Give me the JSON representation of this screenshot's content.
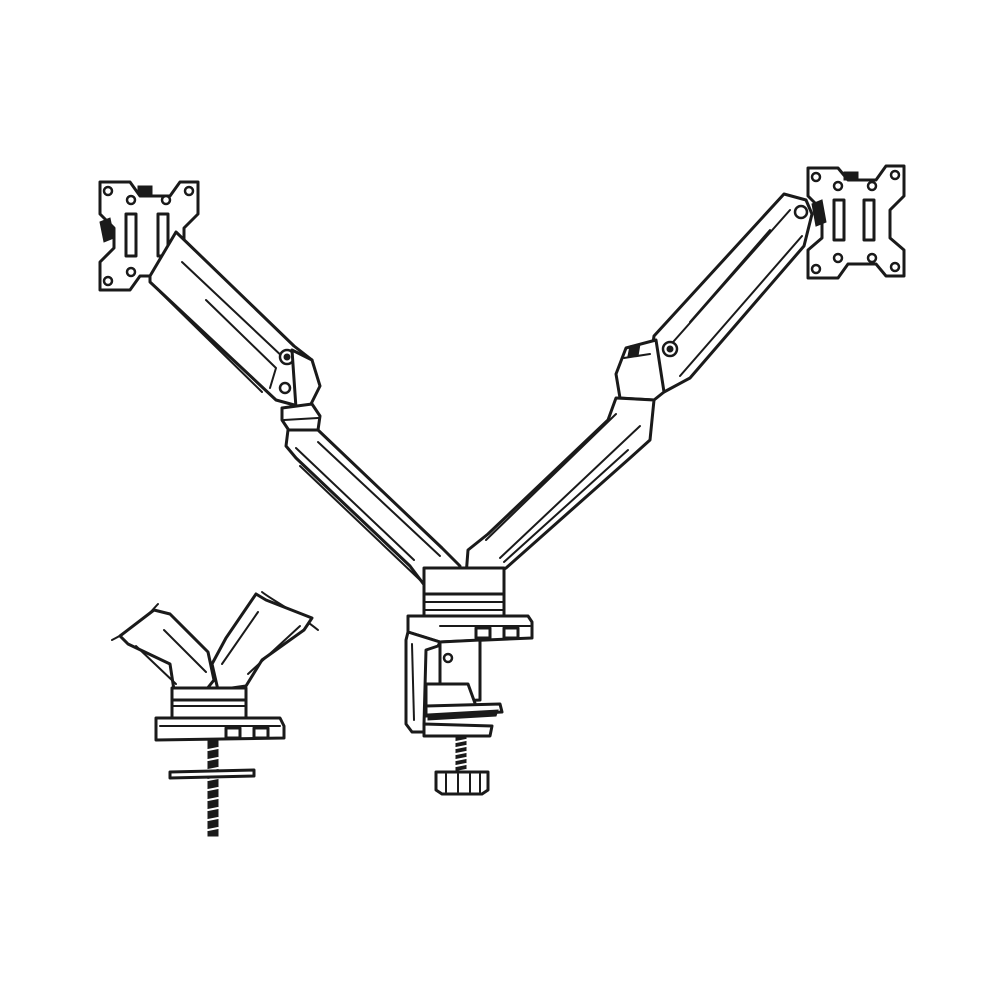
{
  "figure": {
    "subject": "dual-monitor-gas-spring-arm",
    "views": [
      "main-assembly-clamp-mount",
      "inset-grommet-mount"
    ],
    "colors": {
      "line": "#1a1a1a",
      "background": "#ffffff"
    }
  }
}
